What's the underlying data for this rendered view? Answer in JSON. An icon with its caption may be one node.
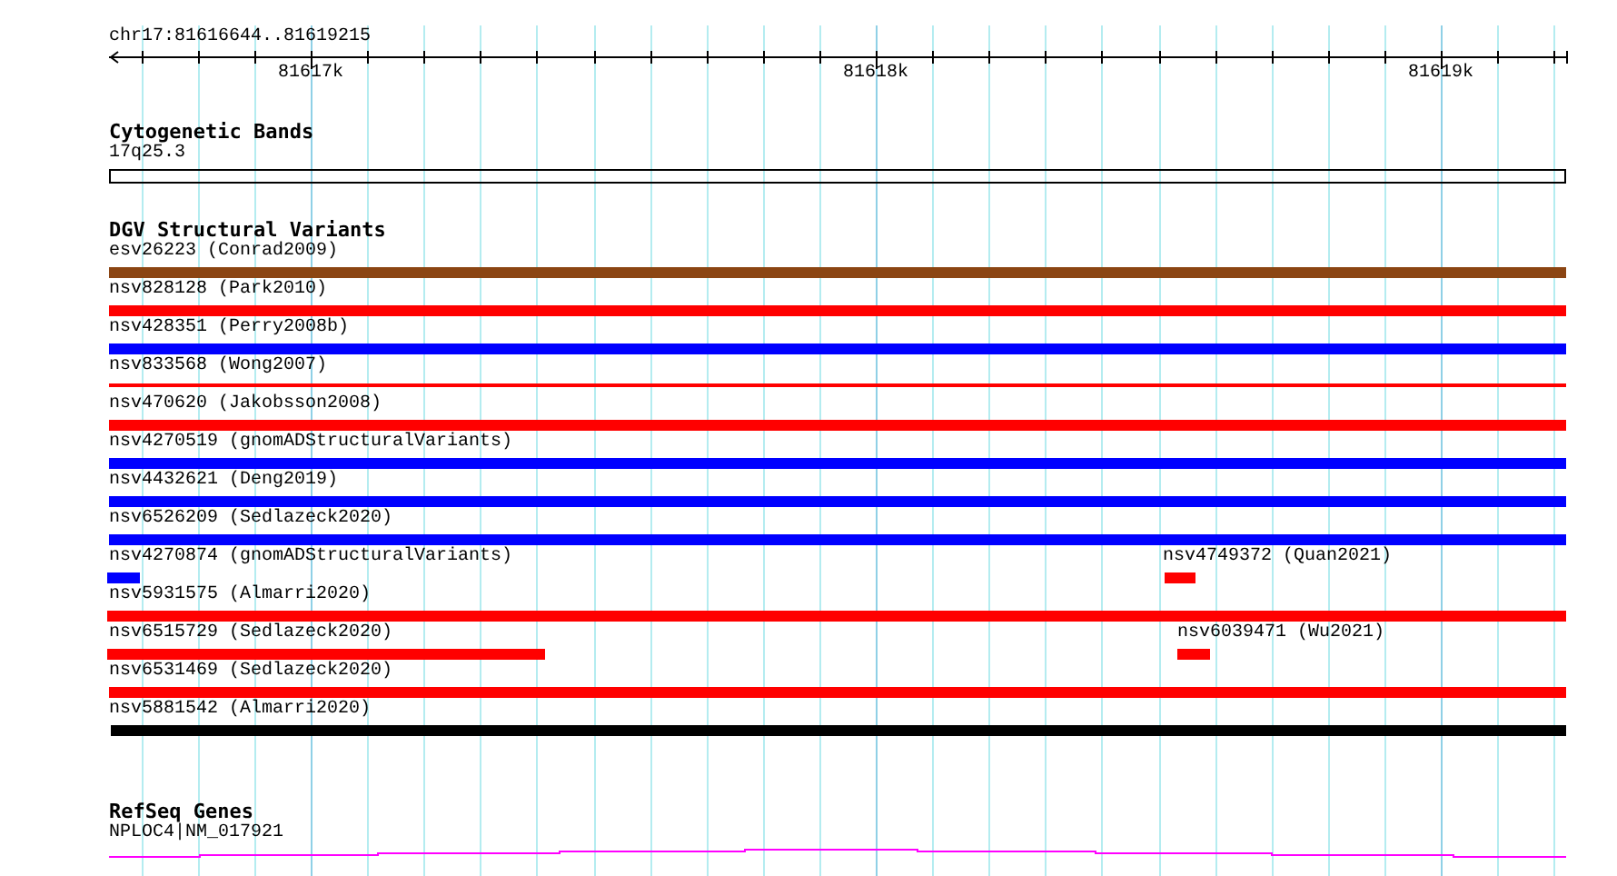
{
  "diagram": {
    "title": "chr17:81616644..81619215",
    "nodes": [
      {
        "text": [
          "17q25.3"
        ]
      },
      {
        "text": [
          "esv26223 (Conrad2009)"
        ]
      },
      {
        "text": [
          "nsv828128 (Park2010)"
        ]
      },
      {
        "text": [
          "nsv428351 (Perry2008b)"
        ]
      },
      {
        "text": [
          "nsv833568 (Wong2007)"
        ]
      },
      {
        "text": [
          "nsv470620 (Jakobsson2008)"
        ]
      },
      {
        "text": [
          "nsv4270519 (gnomADStructuralVariants)"
        ]
      },
      {
        "text": [
          "nsv4432621 (Deng2019)"
        ]
      },
      {
        "text": [
          "nsv6526209 (Sedlazeck2020)"
        ]
      },
      {
        "text": [
          "nsv4270874 (gnomADStructuralVariants)"
        ]
      },
      {
        "text": [
          "nsv4749372 (Quan2021)"
        ]
      },
      {
        "text": [
          "nsv5931575 (Almarri2020)"
        ]
      },
      {
        "text": [
          "nsv6515729 (Sedlazeck2020)"
        ]
      },
      {
        "text": [
          "nsv6039471 (Wu2021)"
        ]
      },
      {
        "text": [
          "nsv6531469 (Sedlazeck2020)"
        ]
      },
      {
        "text": [
          "nsv5881542 (Almarri2020)"
        ]
      },
      {
        "text": [
          "NPLOC4|NM_017921"
        ]
      }
    ],
    "labels": [
      "81617k",
      "81618k",
      "81619k",
      "Cytogenetic Bands",
      "DGV Structural Variants",
      "RefSeq Genes"
    ]
  }
}
